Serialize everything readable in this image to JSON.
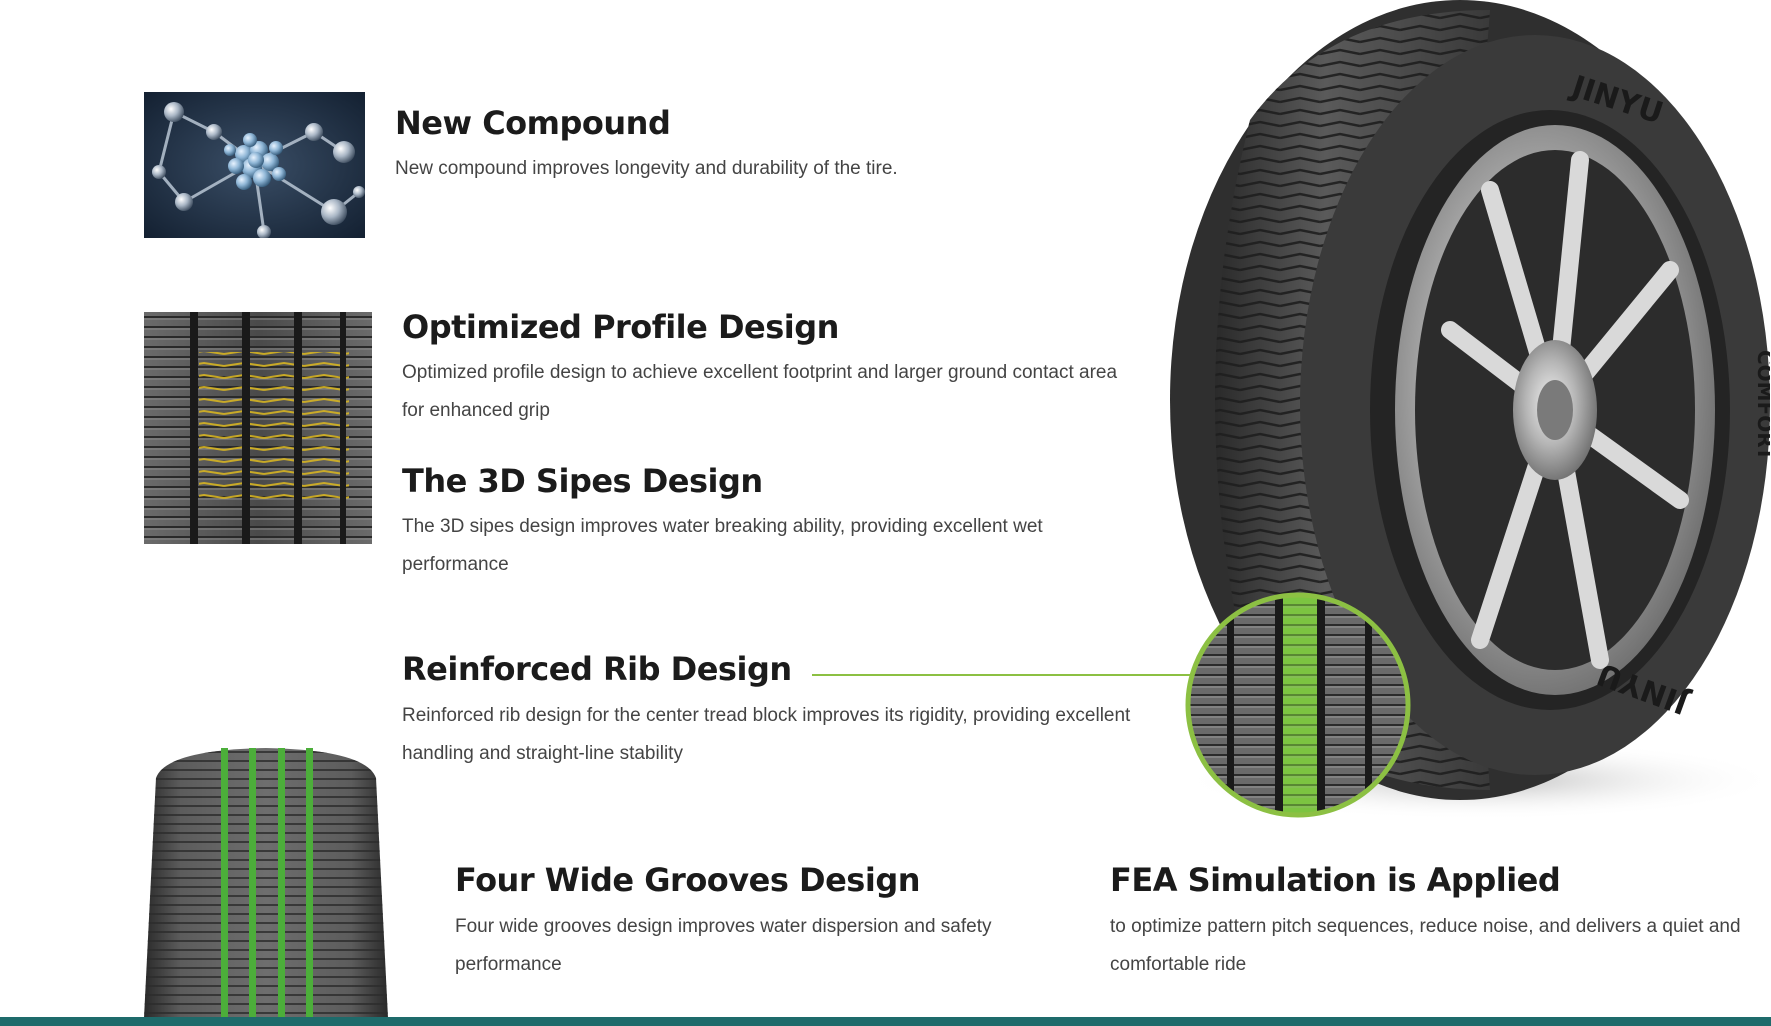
{
  "features": {
    "compound": {
      "title": "New Compound",
      "desc": "New compound improves longevity and durability of the tire."
    },
    "profile": {
      "title": "Optimized Profile Design",
      "desc": "Optimized profile design to achieve excellent footprint and larger ground contact area for enhanced grip"
    },
    "sipes": {
      "title": "The 3D Sipes Design",
      "desc": "The 3D sipes design improves water breaking ability, providing excellent wet performance"
    },
    "rib": {
      "title": "Reinforced Rib Design",
      "desc": "Reinforced rib design for the center tread block improves its rigidity, providing excellent handling and straight-line stability"
    },
    "grooves": {
      "title": "Four Wide Grooves Design",
      "desc": "Four wide grooves design improves water dispersion and safety performance"
    },
    "fea": {
      "title": "FEA Simulation is Applied",
      "desc": "to optimize pattern pitch sequences, reduce noise, and delivers a quiet and comfortable ride"
    }
  },
  "tire": {
    "brand": "JINYU",
    "model": "COMFORT"
  },
  "colors": {
    "accent_green": "#8cc043",
    "rib_green": "#7fd33a",
    "groove_green": "#4cae3a",
    "sipe_yellow": "#d6b422",
    "bar_teal": "#1e6b6b",
    "title": "#1b1b1b",
    "text": "#444444"
  }
}
